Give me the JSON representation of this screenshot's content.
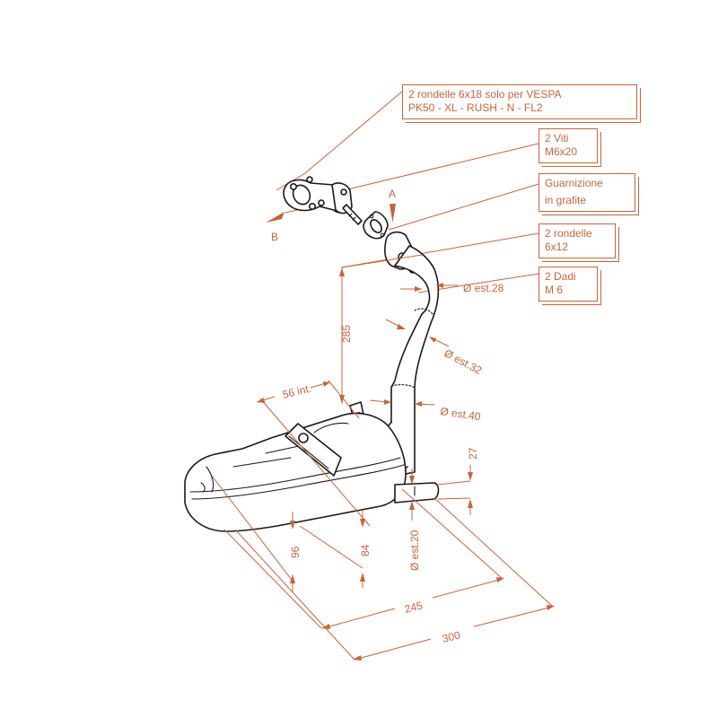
{
  "diagram": {
    "type": "exploded-view technical drawing",
    "subject": "exhaust system (pipe + silencer)",
    "line_color": "#1a1a1a",
    "annotation_color": "#c8643a",
    "background": "#ffffff"
  },
  "callouts": [
    {
      "id": "washers-vespa",
      "lines": [
        "2 rondelle 6x18 solo per VESPA",
        "PK50 - XL - RUSH - N - FL2"
      ]
    },
    {
      "id": "screws",
      "lines": [
        "2 Viti",
        "M6x20"
      ]
    },
    {
      "id": "gasket",
      "lines": [
        "Guarnizione",
        "in grafite"
      ]
    },
    {
      "id": "washers",
      "lines": [
        "2 rondelle",
        "6x12"
      ]
    },
    {
      "id": "nuts",
      "lines": [
        "2 Dadi",
        "M 6"
      ]
    }
  ],
  "view_markers": {
    "a": "A",
    "b": "B"
  },
  "dimensions": {
    "d28": "Ø est.28",
    "d32": "Ø est.32",
    "d40": "Ø est.40",
    "d20": "Ø est.20",
    "h285": "285",
    "w56": "56 int.",
    "h27": "27",
    "h96": "96",
    "h84": "84",
    "l245": "245",
    "l300": "300"
  }
}
